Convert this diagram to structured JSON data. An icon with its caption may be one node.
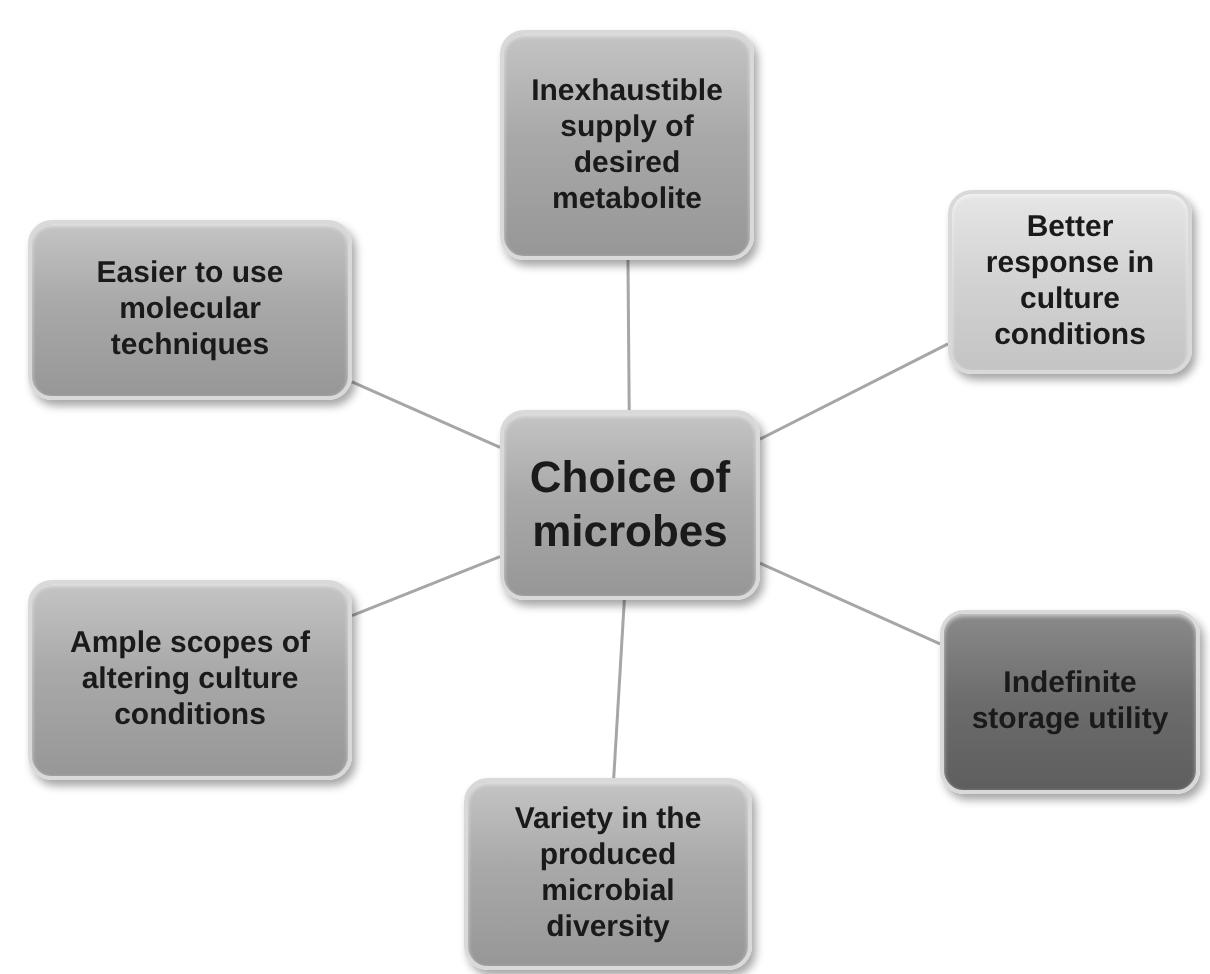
{
  "diagram": {
    "nodes": [
      {
        "text": [
          "Choice of microbes"
        ]
      },
      {
        "text": [
          "Inexhaustible supply of desired metabolite"
        ]
      },
      {
        "text": [
          "Easier to use molecular techniques"
        ]
      },
      {
        "text": [
          "Better response in culture conditions"
        ]
      },
      {
        "text": [
          "Ample scopes of altering culture conditions"
        ]
      },
      {
        "text": [
          "Indefinite storage utility"
        ]
      },
      {
        "text": [
          "Variety in the produced microbial diversity"
        ]
      }
    ],
    "edges": [
      {
        "from": 0,
        "to": 1,
        "arrow": "none"
      },
      {
        "from": 0,
        "to": 2,
        "arrow": "none"
      },
      {
        "from": 0,
        "to": 3,
        "arrow": "none"
      },
      {
        "from": 0,
        "to": 4,
        "arrow": "none"
      },
      {
        "from": 0,
        "to": 5,
        "arrow": "none"
      },
      {
        "from": 0,
        "to": 6,
        "arrow": "none"
      }
    ]
  }
}
